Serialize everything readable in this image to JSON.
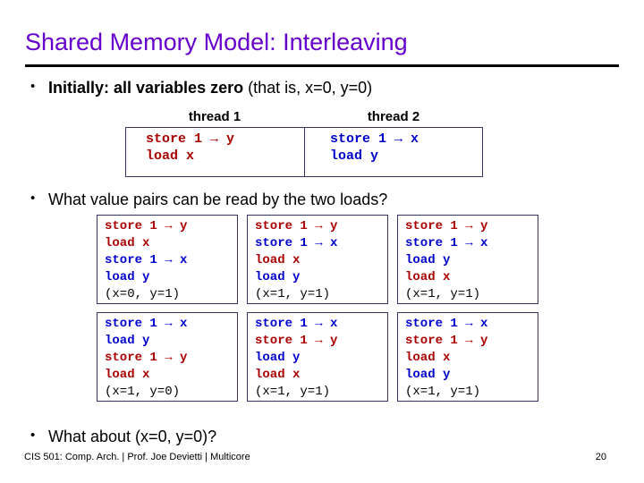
{
  "slide": {
    "title": "Shared Memory Model: Interleaving",
    "accent_color": "#6600CC",
    "thread1_color": "#AA0000",
    "thread2_color": "#0000CC",
    "border_color": "#333366"
  },
  "bullets": {
    "marker": "•",
    "initially_bold": "Initially: all variables zero",
    "initially_rest": " (that is, x=0, y=0)",
    "what_value": "What value pairs can be read by the two loads?",
    "what_about": "What about (x=0, y=0)?"
  },
  "thread_table": {
    "headers": [
      "thread 1",
      "thread 2"
    ],
    "thread1": [
      "store 1 → y",
      "load x"
    ],
    "thread2": [
      "store 1 → x",
      "load y"
    ]
  },
  "interleavings": [
    {
      "lines": [
        {
          "text": "store 1 → y",
          "owner": "t1"
        },
        {
          "text": "load x",
          "owner": "t1"
        },
        {
          "text": "store 1 → x",
          "owner": "t2"
        },
        {
          "text": "load y",
          "owner": "t2"
        }
      ],
      "result": "(x=0, y=1)"
    },
    {
      "lines": [
        {
          "text": "store 1 → y",
          "owner": "t1"
        },
        {
          "text": "store 1 → x",
          "owner": "t2"
        },
        {
          "text": "load x",
          "owner": "t1"
        },
        {
          "text": "load y",
          "owner": "t2"
        }
      ],
      "result": "(x=1, y=1)"
    },
    {
      "lines": [
        {
          "text": "store 1 → y",
          "owner": "t1"
        },
        {
          "text": "store 1 → x",
          "owner": "t2"
        },
        {
          "text": "load y",
          "owner": "t2"
        },
        {
          "text": "load x",
          "owner": "t1"
        }
      ],
      "result": "(x=1, y=1)"
    },
    {
      "lines": [
        {
          "text": "store 1 → x",
          "owner": "t2"
        },
        {
          "text": "load y",
          "owner": "t2"
        },
        {
          "text": "store 1 → y",
          "owner": "t1"
        },
        {
          "text": "load x",
          "owner": "t1"
        }
      ],
      "result": "(x=1, y=0)"
    },
    {
      "lines": [
        {
          "text": "store 1 → x",
          "owner": "t2"
        },
        {
          "text": "store 1 → y",
          "owner": "t1"
        },
        {
          "text": "load y",
          "owner": "t2"
        },
        {
          "text": "load x",
          "owner": "t1"
        }
      ],
      "result": "(x=1, y=1)"
    },
    {
      "lines": [
        {
          "text": "store 1 → x",
          "owner": "t2"
        },
        {
          "text": "store 1 → y",
          "owner": "t1"
        },
        {
          "text": "load x",
          "owner": "t1"
        },
        {
          "text": "load y",
          "owner": "t2"
        }
      ],
      "result": "(x=1, y=1)"
    }
  ],
  "footer": {
    "text": "CIS 501: Comp. Arch.  |  Prof. Joe Devietti  |  Multicore",
    "page": "20"
  }
}
